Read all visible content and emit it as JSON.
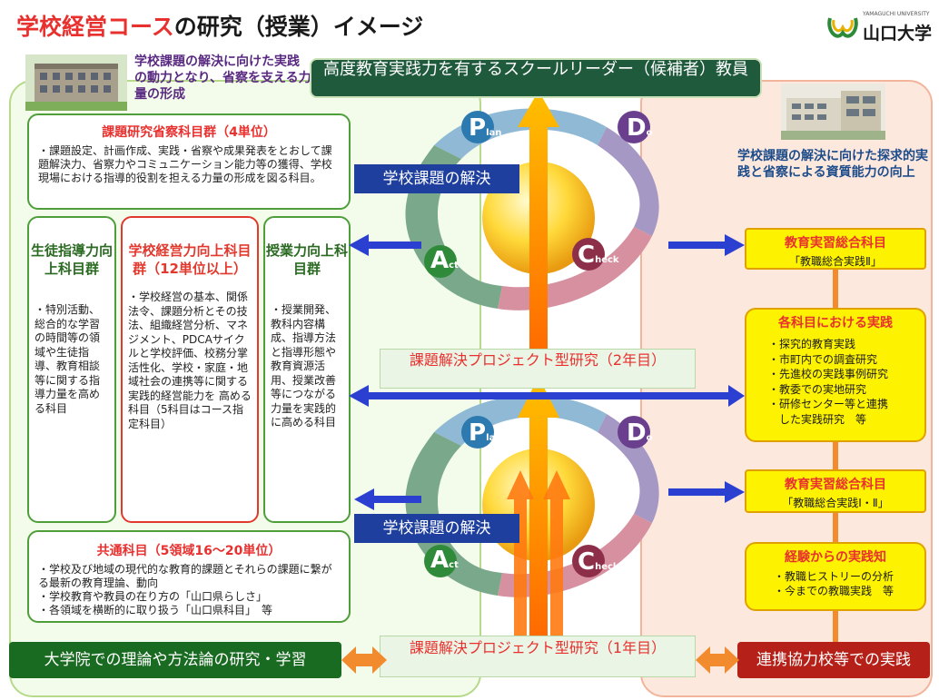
{
  "title": {
    "part1": "学校経営コース",
    "part2": "の研究（授業）イメージ"
  },
  "logo": {
    "small": "YAMAGUCHI UNIVERSITY",
    "name": "山口大学"
  },
  "leader_banner": "高度教育実践力を有するスクールリーダー（候補者）教員",
  "intro_left": "学校課題の解決に向けた実践の動力となり、省察を支える力量の形成",
  "intro_right": "学校課題の解決に向けた探求的実践と省察による資質能力の向上",
  "research_box": {
    "title": "課題研究省察科目群（4単位）",
    "body": "・課題設定、計画作成、実践・省察や成果発表をとおして課題解決力、省察力やコミュニケーション能力等の獲得、学校現場における指導的役割を担える力量の形成を図る科目。"
  },
  "columns": [
    {
      "title": "生徒指導力向上科目群",
      "body": "・特別活動、総合的な学習の時間等の領域や生徒指導、教育相談等に関する指導力量を高める科目"
    },
    {
      "title": "学校経営力向上科目群（12単位以上）",
      "body": "・学校経営の基本、関係法令、課題分析とその技法、組織経営分析、マネジメント、PDCAサイクルと学校評価、校務分掌活性化、学校・家庭・地域社会の連携等に関する実践的経営能力を 高める科目（5科目はコース指定科目）"
    },
    {
      "title": "授業力向上科目群",
      "body": "・授業開発、教科内容構成、指導方法と指導形態や教育資源活用、授業改善等につながる力量を実践的に高める科目"
    }
  ],
  "common_box": {
    "title": "共通科目（5領域16～20単位）",
    "lines": [
      "・学校及び地域の現代的な教育的課題とそれらの課題に繋がる最新の教育理論、動向",
      "・学校教育や教員の在り方の「山口県らしさ」",
      "・各領域を横断的に取り扱う「山口県科目」　等"
    ]
  },
  "bottom_left": "大学院での理論や方法論の研究・学習",
  "bottom_right": "連携協力校等での実践",
  "project2": "課題解決プロジェクト型研究（2年目）",
  "project1": "課題解決プロジェクト型研究（1年目）",
  "solve_label": "学校課題の解決",
  "pdca": {
    "p": "P",
    "p_rest": "lan",
    "d": "D",
    "d_rest": "o",
    "c": "C",
    "c_rest": "heck",
    "a": "A",
    "a_rest": "ct"
  },
  "right_boxes": {
    "y1": {
      "title": "教育実習総合科目",
      "body": "「教職総合実践Ⅱ」"
    },
    "y2": {
      "title": "各科目における実践",
      "items": [
        "・探究的教育実践",
        "・市町内での調査研究",
        "・先進校の実践事例研究",
        "・教委での実地研究",
        "・研修センター等と連携",
        "　した実践研究　等"
      ]
    },
    "y3": {
      "title": "教育実習総合科目",
      "body": "「教職総合実践Ⅰ・Ⅱ」"
    },
    "y4": {
      "title": "経験からの実践知",
      "items": [
        "・教職ヒストリーの分析",
        "・今までの教職実践　等"
      ]
    }
  },
  "colors": {
    "green": "#1a6b22",
    "red": "#b52018",
    "blue": "#1e3f9e",
    "yellow": "#fdf200",
    "orange": "#f28a2e"
  }
}
